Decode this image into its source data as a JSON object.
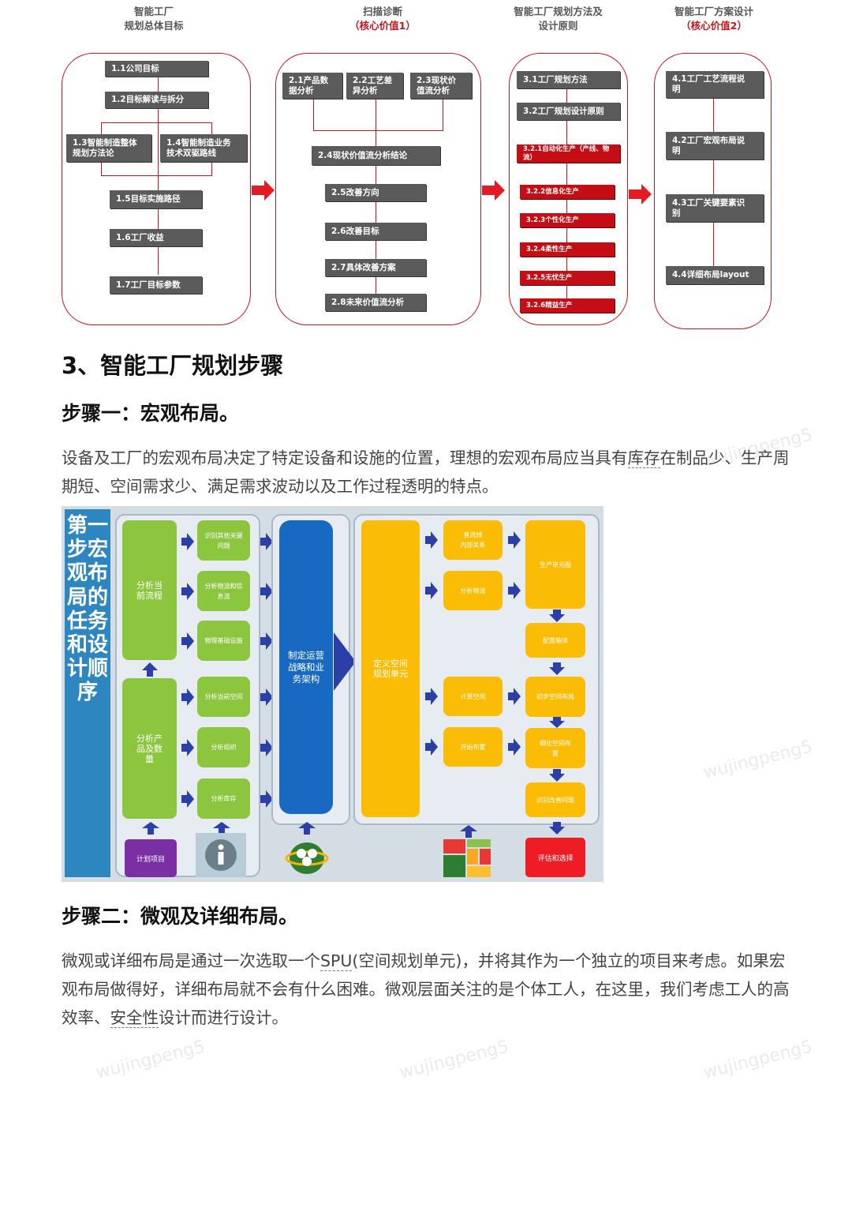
{
  "flow": {
    "col1": {
      "head_1": "智能工厂",
      "head_2": "规划总体目标",
      "items": [
        "1.1公司目标",
        "1.2目标解读与拆分",
        "1.3智能制造整体\n规划方法论",
        "1.4智能制造业务\n技术双驱路线",
        "1.5目标实施路径",
        "1.6工厂收益",
        "1.7工厂目标参数"
      ]
    },
    "col2": {
      "head_1": "扫描诊断",
      "head_2": "（核心价值1）",
      "items": [
        "2.1产品数\n据分析",
        "2.2工艺差\n异分析",
        "2.3现状价\n值流分析",
        "2.4现状价值流分析结论",
        "2.5改善方向",
        "2.6改善目标",
        "2.7具体改善方案",
        "2.8未来价值流分析"
      ]
    },
    "col3": {
      "head_1": "智能工厂规划方法及",
      "head_2": "设计原则",
      "items": [
        "3.1工厂规划方法",
        "3.2工厂规划设计原则"
      ],
      "sub_items": [
        "3.2.1自动化生产（产线、物流）",
        "3.2.2信息化生产",
        "3.2.3个性化生产",
        "3.2.4柔性生产",
        "3.2.5无忧生产",
        "3.2.6精益生产"
      ]
    },
    "col4": {
      "head_1": "智能工厂方案设计",
      "head_2": "（核心价值2）",
      "items": [
        "4.1工厂工艺流程说\n明",
        "4.2工厂宏观布局说\n明",
        "4.3工厂关键要素识\n别",
        "4.4详细布局layout"
      ]
    },
    "colors": {
      "accent_red": "#c8161d",
      "box_grey": "#5b5b5b",
      "box_red": "#c40d14"
    }
  },
  "article": {
    "section_title": "3、智能工厂规划步骤",
    "step1_title": "步骤一：宏观布局。",
    "step1_text_a": "设备及工厂的宏观布局决定了特定设备和设施的位置，理想的宏观布局应当具有",
    "step1_text_dash": "库存",
    "step1_text_b": "在制品少、生产周期短、空间需求少、满足需求波动以及工作过程透明的特点。",
    "step2_title": "步骤二：微观及详细布局。",
    "step2_text_a": "微观或详细布局是通过一次选取一个",
    "step2_text_dash1": "SPU",
    "step2_text_b": "(空间规划单元)，并将其作为一个独立的项目来考虑。如果宏观布局做得好，详细布局就不会有什么困难。微观层面关注的是个体工人，在这里，我们考虑工人的高效率、",
    "step2_text_dash2": "安全性",
    "step2_text_c": "设计而进行设计。"
  },
  "figure2": {
    "vertical_title": "第一步宏观布局的任务和设计顺序",
    "green_big": [
      "分析当\n前流程",
      "分析产\n品及数\n量"
    ],
    "green_small": [
      "识别其他关键\n问题",
      "分析物流和信\n息流",
      "物理基础设施",
      "分析当前空间",
      "分析组织",
      "分析库存"
    ],
    "blue_box": "制定运营\n战略和业\n务架构",
    "yellow_big": "定义空间\n规划单元",
    "yellow_mid": [
      "直流线\n内部关系",
      "分析物流",
      "计算空间",
      "开始布置"
    ],
    "yellow_right": [
      "生产单元图",
      "配置箱体",
      "初步空间布局",
      "细化空间布\n置",
      "识别改善问题"
    ],
    "purple_btn": "计划项目",
    "red_btn": "评估和选择",
    "info_icon": "info-icon",
    "colors": {
      "title_blue": "#2e86c1",
      "green": "#8cc63f",
      "yellow": "#fbbc05",
      "blue": "#1769c1",
      "arrow": "#2b3fa8"
    }
  },
  "watermark": "wujingpeng5"
}
